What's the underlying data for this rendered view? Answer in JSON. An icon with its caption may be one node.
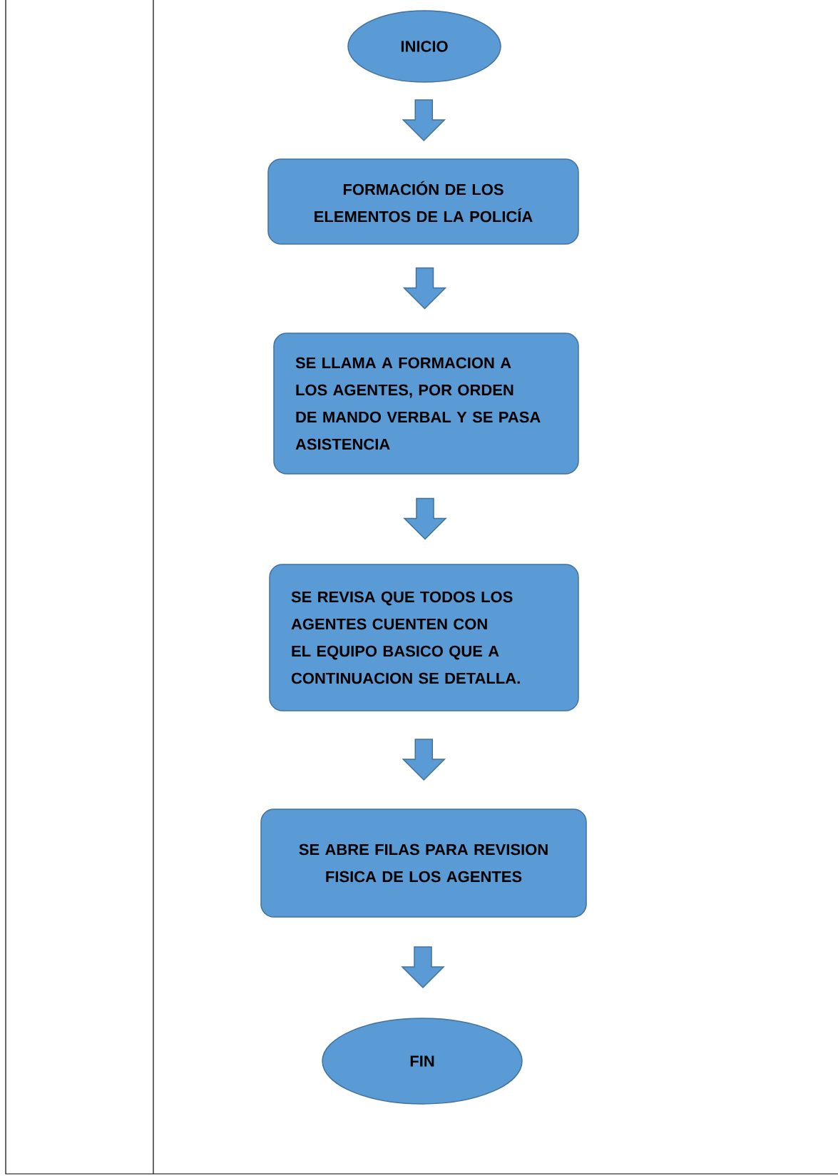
{
  "diagram": {
    "nodes": [
      {
        "text": [
          "INICIO"
        ]
      },
      {
        "text": [
          "FORMACIÓN DE LOS ELEMENTOS DE LA POLICÍA"
        ]
      },
      {
        "text": [
          "SE LLAMA A FORMACION A LOS AGENTES, POR ORDEN DE MANDO VERBAL Y SE PASA ASISTENCIA"
        ]
      },
      {
        "text": [
          "SE REVISA QUE TODOS LOS AGENTES CUENTEN CON EL EQUIPO BASICO QUE A CONTINUACION SE DETALLA."
        ]
      },
      {
        "text": [
          "SE ABRE FILAS PARA REVISION FISICA DE LOS AGENTES"
        ]
      },
      {
        "text": [
          "FIN"
        ]
      }
    ],
    "edges": [
      {
        "from": 0,
        "to": 1,
        "arrow": "to"
      },
      {
        "from": 1,
        "to": 2,
        "arrow": "to"
      },
      {
        "from": 2,
        "to": 3,
        "arrow": "to"
      },
      {
        "from": 3,
        "to": 4,
        "arrow": "to"
      },
      {
        "from": 4,
        "to": 5,
        "arrow": "to"
      }
    ]
  }
}
